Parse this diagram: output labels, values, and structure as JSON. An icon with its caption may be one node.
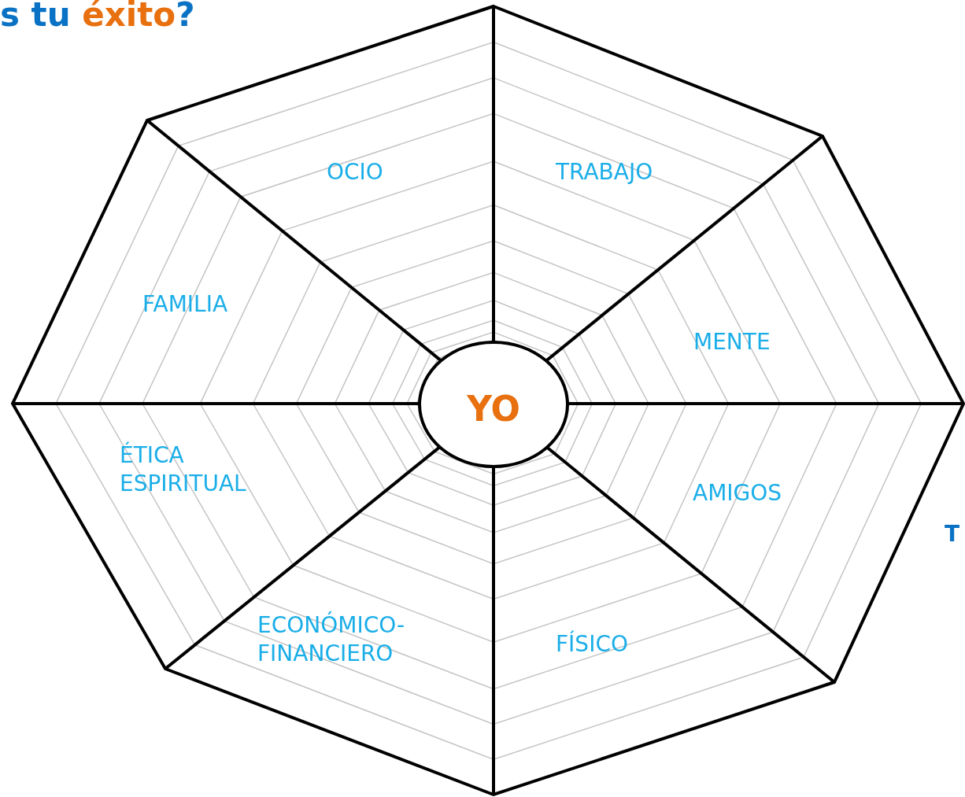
{
  "diagram": {
    "title": "s tu **éxito**?",
    "nodes": [
      {
        "text": [
          "YO"
        ]
      }
    ],
    "labels": [
      "OCIO",
      "TRABAJO",
      "FAMILIA",
      "MENTE",
      "ÉTICA ESPIRITUAL",
      "AMIGOS",
      "ECONÓMICO- FINANCIERO",
      "FÍSICO",
      "T"
    ]
  }
}
